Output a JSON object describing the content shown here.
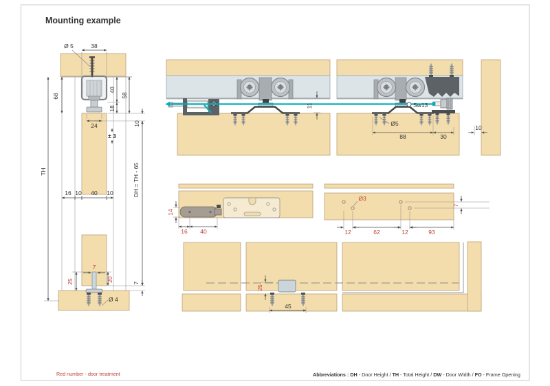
{
  "page": {
    "title": "Mounting example"
  },
  "colors": {
    "wood": "#f4ddad",
    "track": "#dde4e7",
    "teal": "#00aebc",
    "red": "#bf4038"
  },
  "front": {
    "dia5": "Ø 5",
    "d38": "38",
    "d68": "68",
    "d40": "40",
    "d58": "58",
    "d18": "18",
    "d10": "10",
    "d24": "24",
    "pm3": "± 3",
    "th": "TH",
    "dh": "DH = TH - 65",
    "w16": "16",
    "w10a": "10",
    "w40": "40",
    "w10b": "10",
    "g7": "7",
    "g25": "25",
    "g20": "20",
    "f7": "7",
    "dia4": "Ø 4"
  },
  "side": {
    "d11": "11",
    "sw13": "Sw13",
    "dia5": "Ø5",
    "d88": "88",
    "d30": "30",
    "d10": "10"
  },
  "plan_left": {
    "d14": "14",
    "d16": "16",
    "d40": "40"
  },
  "plan_right": {
    "dia3": "Ø3",
    "d12a": "12",
    "d62": "62",
    "d12b": "12",
    "d93": "93",
    "d7": "7"
  },
  "bottom": {
    "d25": "25",
    "d45": "45"
  },
  "footer": {
    "red_note": "Red number - door treatment",
    "abbr": {
      "label": "Abbreviations : ",
      "dh": "DH",
      "dh_desc": " - Door Height / ",
      "th": "TH",
      "th_desc": " - Total Height / ",
      "dw": "DW",
      "dw_desc": " - Door Width / ",
      "fo": "FO",
      "fo_desc": " - Frame Opening"
    }
  }
}
